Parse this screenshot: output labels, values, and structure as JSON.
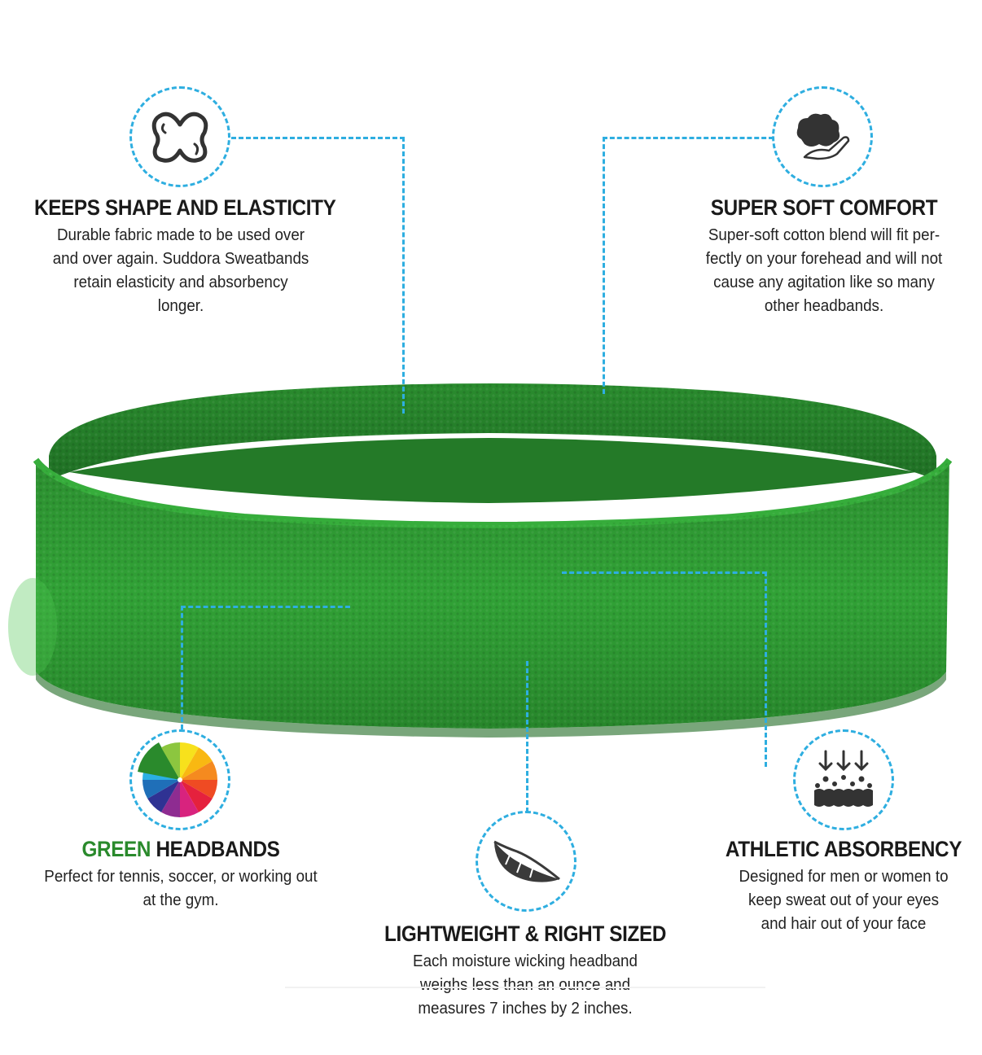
{
  "colors": {
    "accent_dashed": "#2eaee0",
    "headband_green": "#2f9a34",
    "green_word": "#2a8a2c",
    "text": "#1a1a1a"
  },
  "features": {
    "shape": {
      "icon": "elastic-band-icon",
      "title": "KEEPS SHAPE AND ELASTICITY",
      "desc_lines": [
        "Durable fabric made to be used over",
        "and over again. Suddora Sweatbands",
        "retain elasticity and absorbency",
        "longer."
      ]
    },
    "soft": {
      "icon": "hand-holding-cotton-icon",
      "title": "SUPER SOFT COMFORT",
      "desc_lines": [
        "Super-soft cotton blend will fit per-",
        "fectly on your forehead and will not",
        "cause any agitation like so many",
        "other headbands."
      ]
    },
    "green": {
      "icon": "color-wheel-icon",
      "title_highlight": "GREEN",
      "title_rest": "HEADBANDS",
      "desc_lines": [
        "Perfect for tennis, soccer, or working out",
        "at the gym."
      ]
    },
    "lightweight": {
      "icon": "feather-icon",
      "title": "LIGHTWEIGHT & RIGHT SIZED",
      "desc_lines": [
        "Each moisture wicking headband",
        "weighs less than an ounce and",
        "measures 7 inches by 2 inches."
      ]
    },
    "absorbency": {
      "icon": "absorption-arrows-icon",
      "title": "ATHLETIC ABSORBENCY",
      "desc_lines": [
        "Designed for men or women to",
        "keep sweat out of your eyes",
        "and hair out of your face"
      ]
    }
  }
}
